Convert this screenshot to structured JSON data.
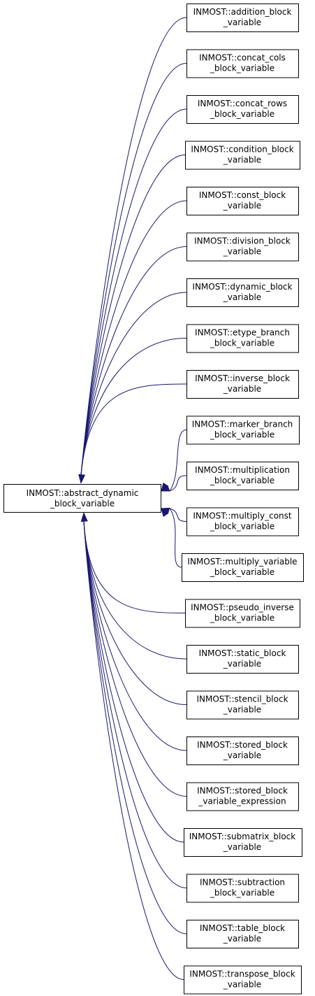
{
  "colors": {
    "edge": "#191970",
    "node_border": "#000000",
    "node_fill": "#ffffff",
    "text": "#000000"
  },
  "base": {
    "line1": "INMOST::abstract_dynamic",
    "line2": "_block_variable"
  },
  "derived": [
    {
      "line1": "INMOST::addition_block",
      "line2": "_variable"
    },
    {
      "line1": "INMOST::concat_cols",
      "line2": "_block_variable"
    },
    {
      "line1": "INMOST::concat_rows",
      "line2": "_block_variable"
    },
    {
      "line1": "INMOST::condition_block",
      "line2": "_variable"
    },
    {
      "line1": "INMOST::const_block",
      "line2": "_variable"
    },
    {
      "line1": "INMOST::division_block",
      "line2": "_variable"
    },
    {
      "line1": "INMOST::dynamic_block",
      "line2": "_variable"
    },
    {
      "line1": "INMOST::etype_branch",
      "line2": "_block_variable"
    },
    {
      "line1": "INMOST::inverse_block",
      "line2": "_variable"
    },
    {
      "line1": "INMOST::marker_branch",
      "line2": "_block_variable"
    },
    {
      "line1": "INMOST::multiplication",
      "line2": "_block_variable"
    },
    {
      "line1": "INMOST::multiply_const",
      "line2": "_block_variable"
    },
    {
      "line1": "INMOST::multiply_variable",
      "line2": "_block_variable"
    },
    {
      "line1": "INMOST::pseudo_inverse",
      "line2": "_block_variable"
    },
    {
      "line1": "INMOST::static_block",
      "line2": "_variable"
    },
    {
      "line1": "INMOST::stencil_block",
      "line2": "_variable"
    },
    {
      "line1": "INMOST::stored_block",
      "line2": "_variable"
    },
    {
      "line1": "INMOST::stored_block",
      "line2": "_variable_expression"
    },
    {
      "line1": "INMOST::submatrix_block",
      "line2": "_variable"
    },
    {
      "line1": "INMOST::subtraction",
      "line2": "_block_variable"
    },
    {
      "line1": "INMOST::table_block",
      "line2": "_variable"
    },
    {
      "line1": "INMOST::transpose_block",
      "line2": "_variable"
    }
  ]
}
